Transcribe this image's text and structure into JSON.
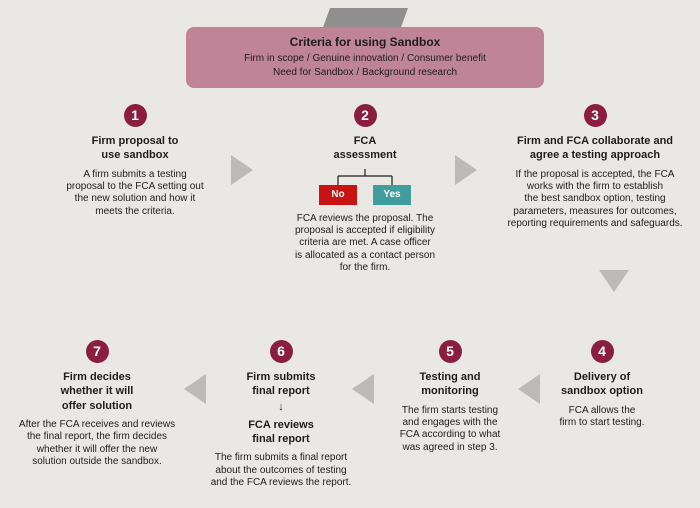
{
  "banner": {
    "title": "Criteria for using Sandbox",
    "line1": "Firm in scope / Genuine innovation / Consumer benefit",
    "line2": "Need for Sandbox / Background research"
  },
  "steps": [
    {
      "number": "1",
      "title": "Firm proposal to\nuse sandbox",
      "body": "A firm submits a testing\nproposal to the FCA setting out\nthe new solution and how it\nmeets the criteria."
    },
    {
      "number": "2",
      "title": "FCA\nassessment",
      "no_label": "No",
      "yes_label": "Yes",
      "body": "FCA reviews the proposal. The\nproposal is accepted if eligibility\ncriteria are met. A case officer\nis allocated as a contact person\nfor the firm."
    },
    {
      "number": "3",
      "title": "Firm and FCA collaborate and\nagree a testing approach",
      "body": "If the proposal is accepted, the FCA\nworks with the firm to establish\nthe best sandbox option, testing\nparameters, measures for outcomes,\nreporting requirements and safeguards."
    },
    {
      "number": "4",
      "title": "Delivery of\nsandbox option",
      "body": "FCA allows the\nfirm to start testing."
    },
    {
      "number": "5",
      "title": "Testing and\nmonitoring",
      "body": "The firm starts testing\nand engages with the\nFCA according to what\nwas agreed in step 3."
    },
    {
      "number": "6",
      "title1": "Firm submits\nfinal report",
      "arrow_glyph": "↓",
      "title2": "FCA reviews\nfinal report",
      "body": "The firm submits a final report\nabout the outcomes of testing\nand the FCA reviews the report."
    },
    {
      "number": "7",
      "title": "Firm decides\nwhether it will\noffer solution",
      "body": "After the FCA receives and reviews\nthe final report, the firm decides\nwhether it will offer the new\nsolution outside the sandbox."
    }
  ],
  "colors": {
    "bg": "#E9E8E4",
    "banner": "#BF8498",
    "tab": "#8F8F8F",
    "maroon": "#8B1D40",
    "no": "#C91313",
    "yes": "#3F9D9D",
    "arrow": "#BCBAB7"
  }
}
